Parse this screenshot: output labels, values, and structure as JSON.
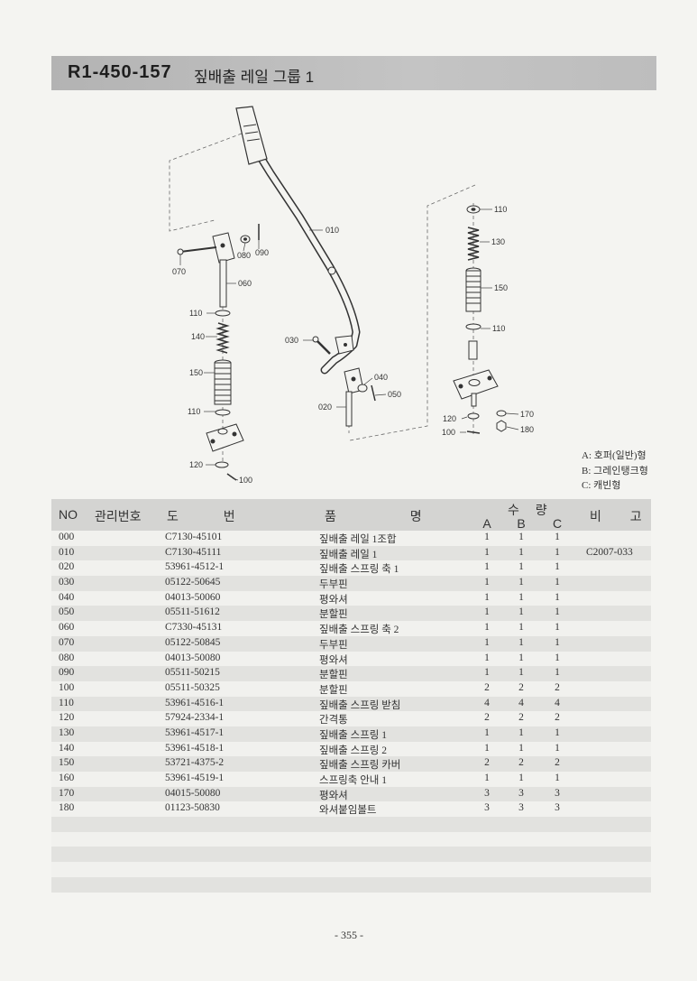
{
  "header": {
    "code": "R1-450-157",
    "title": "짚배출 레일 그룹 1"
  },
  "diagram": {
    "callouts": [
      "010",
      "080",
      "090",
      "070",
      "060",
      "110",
      "140",
      "150",
      "110",
      "120",
      "100",
      "030",
      "040",
      "050",
      "020",
      "110",
      "130",
      "150",
      "110",
      "170",
      "120",
      "100",
      "180"
    ]
  },
  "legend": [
    "A: 호퍼(일반)형",
    "B: 그레인탱크형",
    "C: 캐빈형"
  ],
  "table": {
    "headers": {
      "no": "NO",
      "mgmt": "관리번호",
      "part_no": "도 번",
      "name": "품 명",
      "qty": "수 량",
      "qty_cols": [
        "A",
        "B",
        "C"
      ],
      "remarks": "비 고"
    },
    "rows": [
      {
        "no": "000",
        "part_no": "C7130-45101",
        "name": "짚배출 레일 1조합",
        "a": "1",
        "b": "1",
        "c": "1"
      },
      {
        "no": "010",
        "part_no": "C7130-45111",
        "name": "짚배출 레일 1",
        "a": "1",
        "b": "1",
        "c": "1",
        "remarks": "C2007-033"
      },
      {
        "no": "020",
        "part_no": "53961-4512-1",
        "name": "짚배출 스프링 축 1",
        "a": "1",
        "b": "1",
        "c": "1"
      },
      {
        "no": "030",
        "part_no": "05122-50645",
        "name": "두부핀",
        "a": "1",
        "b": "1",
        "c": "1"
      },
      {
        "no": "040",
        "part_no": "04013-50060",
        "name": "평와셔",
        "a": "1",
        "b": "1",
        "c": "1"
      },
      {
        "no": "050",
        "part_no": "05511-51612",
        "name": "분할핀",
        "a": "1",
        "b": "1",
        "c": "1"
      },
      {
        "no": "060",
        "part_no": "C7330-45131",
        "name": "짚배출 스프링 축 2",
        "a": "1",
        "b": "1",
        "c": "1"
      },
      {
        "no": "070",
        "part_no": "05122-50845",
        "name": "두부핀",
        "a": "1",
        "b": "1",
        "c": "1"
      },
      {
        "no": "080",
        "part_no": "04013-50080",
        "name": "평와셔",
        "a": "1",
        "b": "1",
        "c": "1"
      },
      {
        "no": "090",
        "part_no": "05511-50215",
        "name": "분할핀",
        "a": "1",
        "b": "1",
        "c": "1"
      },
      {
        "no": "100",
        "part_no": "05511-50325",
        "name": "분할핀",
        "a": "2",
        "b": "2",
        "c": "2"
      },
      {
        "no": "110",
        "part_no": "53961-4516-1",
        "name": "짚배출 스프링 받침",
        "a": "4",
        "b": "4",
        "c": "4"
      },
      {
        "no": "120",
        "part_no": "57924-2334-1",
        "name": "간격통",
        "a": "2",
        "b": "2",
        "c": "2"
      },
      {
        "no": "130",
        "part_no": "53961-4517-1",
        "name": "짚배출 스프링 1",
        "a": "1",
        "b": "1",
        "c": "1"
      },
      {
        "no": "140",
        "part_no": "53961-4518-1",
        "name": "짚배출 스프링 2",
        "a": "1",
        "b": "1",
        "c": "1"
      },
      {
        "no": "150",
        "part_no": "53721-4375-2",
        "name": "짚배출 스프링 카버",
        "a": "2",
        "b": "2",
        "c": "2"
      },
      {
        "no": "160",
        "part_no": "53961-4519-1",
        "name": "스프링축 안내 1",
        "a": "1",
        "b": "1",
        "c": "1"
      },
      {
        "no": "170",
        "part_no": "04015-50080",
        "name": "평와셔",
        "a": "3",
        "b": "3",
        "c": "3"
      },
      {
        "no": "180",
        "part_no": "01123-50830",
        "name": "와셔붙임볼트",
        "a": "3",
        "b": "3",
        "c": "3"
      }
    ]
  },
  "page_number": "- 355 -"
}
